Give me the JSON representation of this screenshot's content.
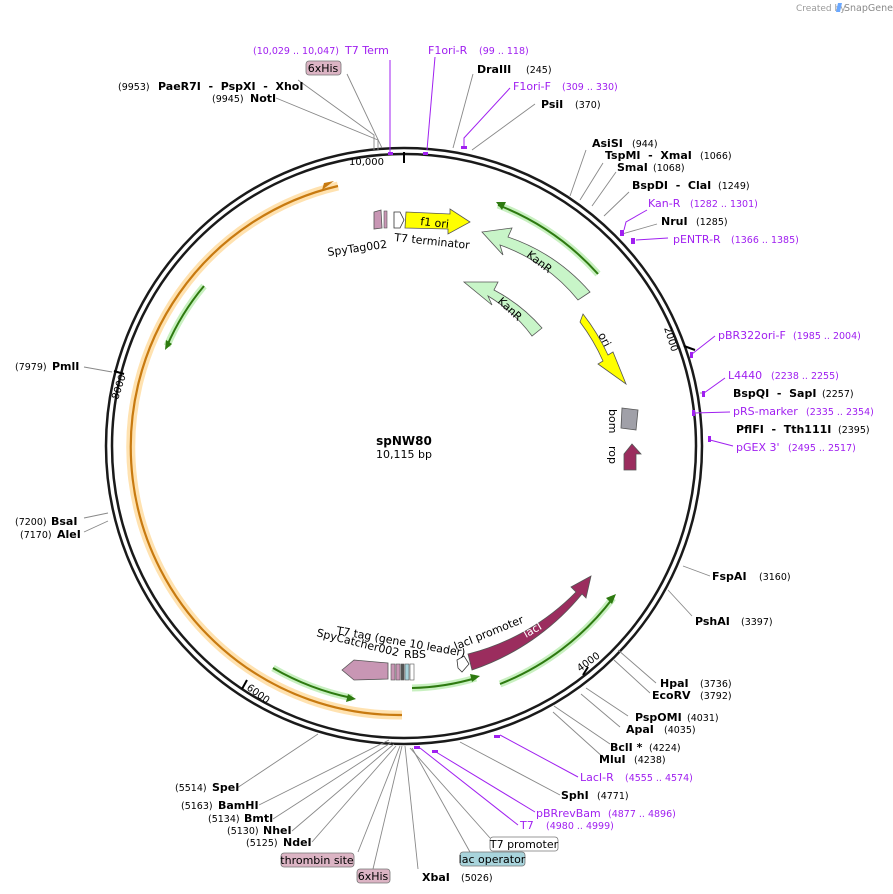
{
  "watermark": {
    "prefix": "Created by",
    "brand": "SnapGene"
  },
  "plasmid": {
    "name": "spNW80",
    "length": "10,115 bp"
  },
  "ticks": [
    "10,000",
    "2000",
    "4000",
    "6000",
    "8000"
  ],
  "restriction_sites": [
    {
      "pos": "(10,029 .. 10,047)",
      "pos_color": "#a020f0",
      "name": "T7 Term",
      "name_color": "#a020f0"
    },
    {
      "pos": "(9953)",
      "name": "PaeR7I  -  PspXI  -  XhoI"
    },
    {
      "pos": "(9945)",
      "name": "NotI"
    },
    {
      "pos": "(245)",
      "name": "DraIII"
    },
    {
      "pos": "(370)",
      "name": "PsiI"
    },
    {
      "pos": "(944)",
      "name": "AsiSI"
    },
    {
      "pos": "(1066)",
      "name": "TspMI  -  XmaI"
    },
    {
      "pos": "(1068)",
      "name": "SmaI"
    },
    {
      "pos": "(1249)",
      "name": "BspDI  -  ClaI"
    },
    {
      "pos": "(1285)",
      "name": "NruI"
    },
    {
      "pos": "(2257)",
      "name": "BspQI  -  SapI"
    },
    {
      "pos": "(2395)",
      "name": "PflFI  -  Tth111I"
    },
    {
      "pos": "(3160)",
      "name": "FspAI"
    },
    {
      "pos": "(3397)",
      "name": "PshAI"
    },
    {
      "pos": "(3736)",
      "name": "HpaI"
    },
    {
      "pos": "(3792)",
      "name": "EcoRV"
    },
    {
      "pos": "(4031)",
      "name": "PspOMI"
    },
    {
      "pos": "(4035)",
      "name": "ApaI"
    },
    {
      "pos": "(4224)",
      "name": "BclI *"
    },
    {
      "pos": "(4238)",
      "name": "MluI"
    },
    {
      "pos": "(4771)",
      "name": "SphI"
    },
    {
      "pos": "(5026)",
      "name": "XbaI"
    },
    {
      "pos": "(5514)",
      "name": "SpeI"
    },
    {
      "pos": "(5163)",
      "name": "BamHI"
    },
    {
      "pos": "(5134)",
      "name": "BmtI"
    },
    {
      "pos": "(5130)",
      "name": "NheI"
    },
    {
      "pos": "(5125)",
      "name": "NdeI"
    },
    {
      "pos": "(7979)",
      "name": "PmlI"
    },
    {
      "pos": "(7200)",
      "name": "BsaI"
    },
    {
      "pos": "(7170)",
      "name": "AleI"
    }
  ],
  "primers": [
    {
      "name": "F1ori-R",
      "pos": "(99 .. 118)"
    },
    {
      "name": "F1ori-F",
      "pos": "(309 .. 330)"
    },
    {
      "name": "Kan-R",
      "pos": "(1282 .. 1301)"
    },
    {
      "name": "pENTR-R",
      "pos": "(1366 .. 1385)"
    },
    {
      "name": "pBR322ori-F",
      "pos": "(1985 .. 2004)"
    },
    {
      "name": "L4440",
      "pos": "(2238 .. 2255)"
    },
    {
      "name": "pRS-marker",
      "pos": "(2335 .. 2354)"
    },
    {
      "name": "pGEX 3'",
      "pos": "(2495 .. 2517)"
    },
    {
      "name": "LacI-R",
      "pos": "(4555 .. 4574)"
    },
    {
      "name": "pBRrevBam",
      "pos": "(4877 .. 4896)"
    },
    {
      "name": "T7",
      "pos": "(4980 .. 4999)"
    }
  ],
  "boxed_labels": [
    {
      "text": "6xHis",
      "fill": "#dcb4c4"
    },
    {
      "text": "thrombin site",
      "fill": "#dcb4c4"
    },
    {
      "text": "6xHis",
      "fill": "#dcb4c4"
    },
    {
      "text": "T7 promoter",
      "fill": "#ffffff"
    },
    {
      "text": "lac operator",
      "fill": "#a8d4dc"
    }
  ],
  "features": [
    {
      "label": "f1 ori",
      "color": "#ffff00"
    },
    {
      "label": "KanR",
      "color": "#c8f5c8"
    },
    {
      "label": "KanR",
      "color": "#c8f5c8"
    },
    {
      "label": "ori",
      "color": "#ffff00"
    },
    {
      "label": "bom",
      "color": "#a0a0a8"
    },
    {
      "label": "rop",
      "color": "#9b2d5e"
    },
    {
      "label": "lacI",
      "color": "#9b2d5e"
    },
    {
      "label": "SpyTag002",
      "color": "#c896b4"
    },
    {
      "label": "T7 terminator",
      "color": "#ffffff"
    },
    {
      "label": "T7 tag (gene 10 leader)",
      "color": "#c896b4"
    },
    {
      "label": "SpyCatcher002",
      "color": "#c896b4"
    },
    {
      "label": "RBS",
      "color": "#ffffff"
    },
    {
      "label": "lacI promoter",
      "color": "#ffffff"
    }
  ]
}
